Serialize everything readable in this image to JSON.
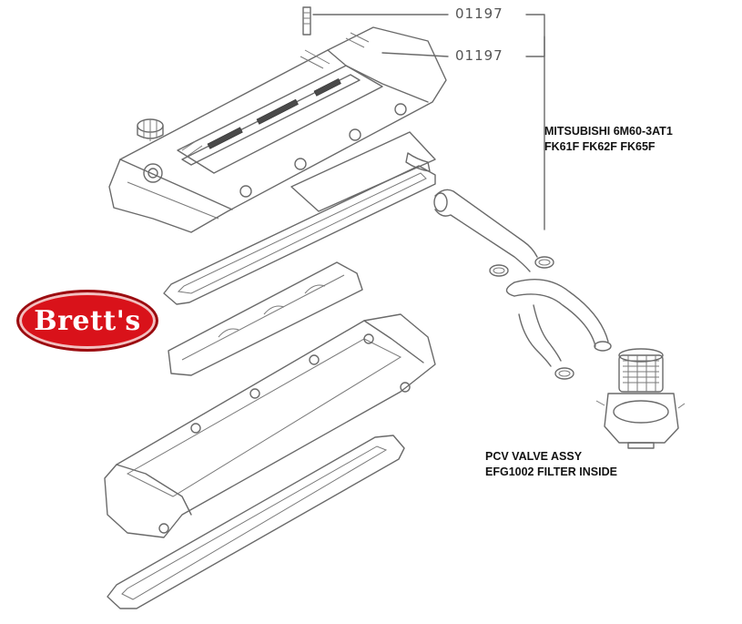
{
  "callouts": {
    "part_top": "01197",
    "part_second": "01197"
  },
  "engine_label": {
    "line1": "MITSUBISHI 6M60-3AT1",
    "line2": "FK61F FK62F FK65F"
  },
  "valve_label": {
    "line1": "PCV VALVE ASSY",
    "line2": "EFG1002 FILTER INSIDE"
  },
  "logo": {
    "text": "Brett's",
    "color": "#d9121a"
  },
  "colors": {
    "line": "#6a6a6a",
    "text": "#111111"
  }
}
